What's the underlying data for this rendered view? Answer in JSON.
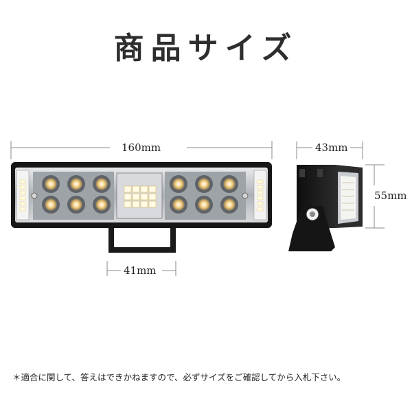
{
  "title": "商品サイズ",
  "dimensions": {
    "width_label": "160mm",
    "depth_label": "43mm",
    "height_label": "55mm",
    "bracket_label": "41mm"
  },
  "note": "＊適合に関して、答えはできかねますので、必ずサイズをご確認してから入札下さい。",
  "colors": {
    "housing": "#1a1a1a",
    "lens_frame": "#b9bcc0",
    "led_warm": "#f2c879",
    "led_white": "#fff7d6",
    "dimension_line": "#8a8a8a"
  },
  "icons": [
    "led-light-bar",
    "mounting-bracket",
    "side-profile"
  ]
}
